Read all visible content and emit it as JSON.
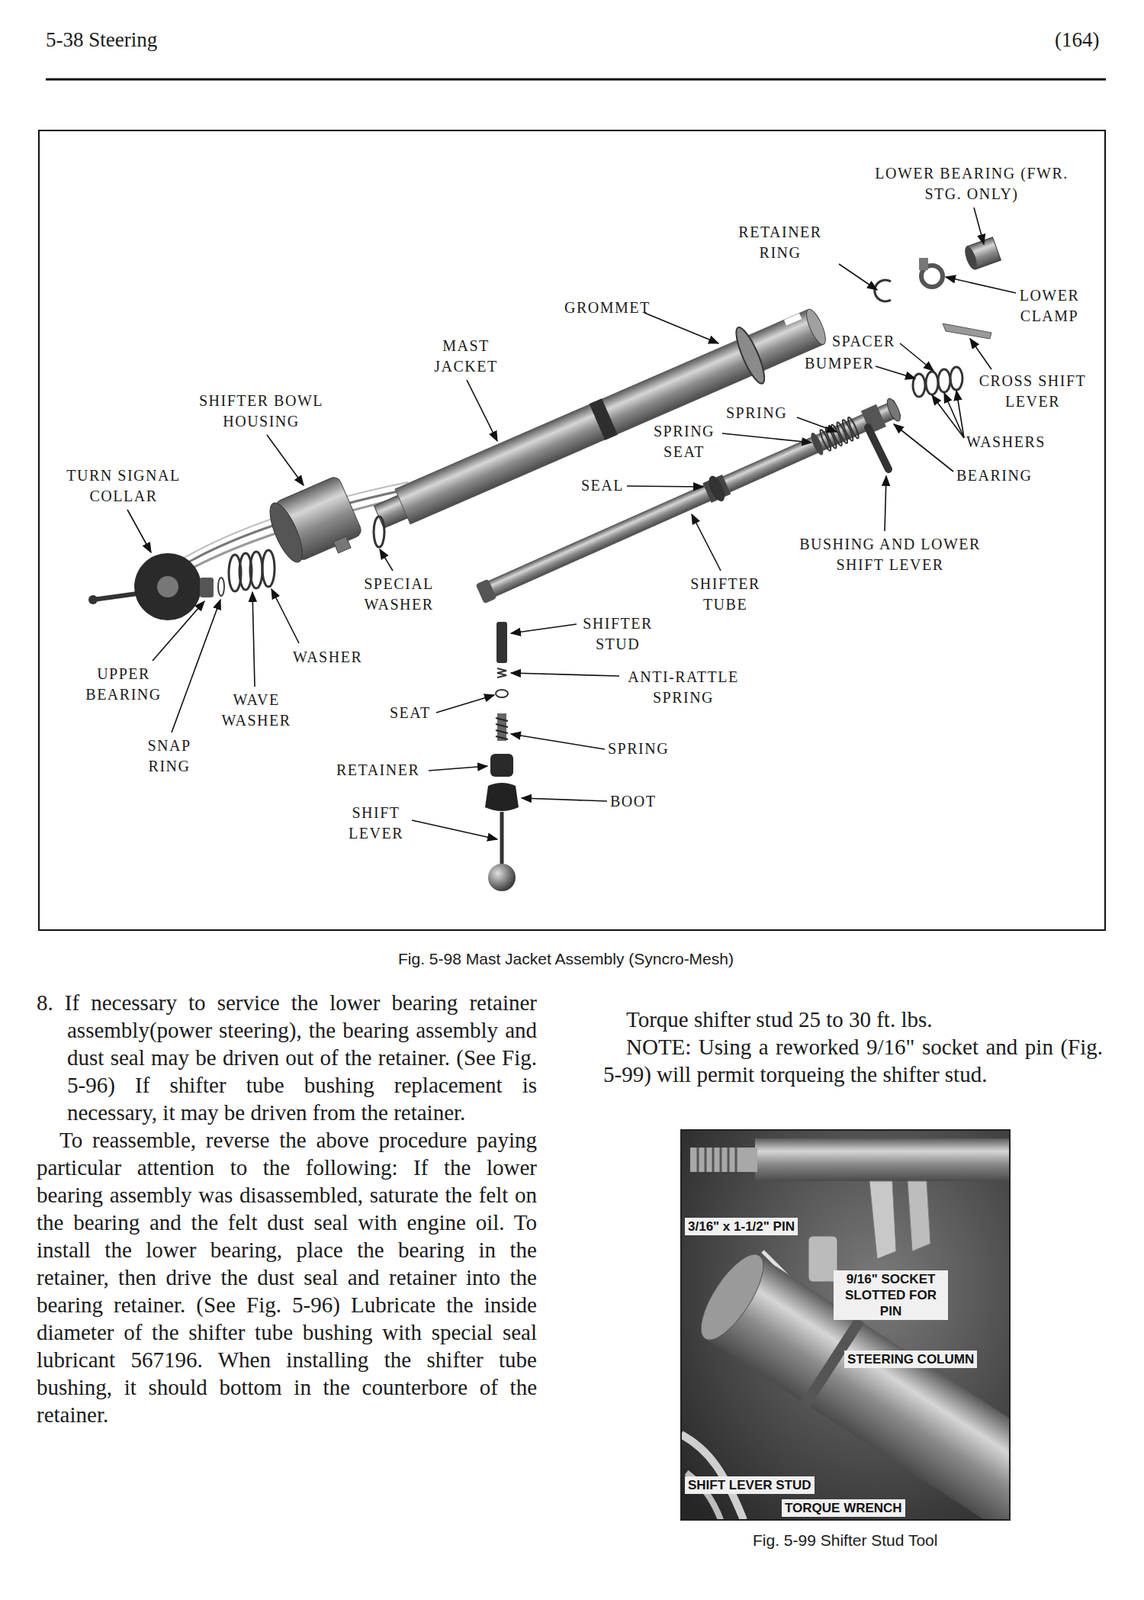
{
  "diagram": {
    "caption": "Fig. 5-98 Mast Jacket Assembly (Syncro-Mesh)",
    "labels": [
      "5-38 Steering",
      "(164)",
      "LOWER BEARING (FWR. STG. ONLY)",
      "RETAINER RING",
      "LOWER CLAMP",
      "GROMMET",
      "SPACER",
      "BUMPER",
      "CROSS SHIFT LEVER",
      "MAST JACKET",
      "SHIFTER BOWL HOUSING",
      "SPRING",
      "SPRING SEAT",
      "WASHERS",
      "TURN SIGNAL COLLAR",
      "SEAL",
      "BEARING",
      "BUSHING AND LOWER SHIFT LEVER",
      "SPECIAL WASHER",
      "SHIFTER TUBE",
      "SHIFTER STUD",
      "WASHER",
      "UPPER BEARING",
      "ANTI-RATTLE SPRING",
      "WAVE WASHER",
      "SEAT",
      "SNAP RING",
      "SPRING",
      "RETAINER",
      "BOOT",
      "SHIFT LEVER",
      "8. If necessary to service the lower bearing retainer assembly(power steering), the bearing assembly and dust seal may be driven out of the retainer. (See Fig. 5-96) If shifter tube bushing replacement is necessary, it may be driven from the retainer.",
      "To reassemble, reverse the above procedure paying particular attention to the following: If the lower bearing assembly was disassembled, saturate the felt on the bearing and the felt dust seal with engine oil. To install the lower bearing, place the bearing in the retainer, then drive the dust seal and retainer into the bearing retainer. (See Fig. 5-96) Lubricate the inside diameter of the shifter tube bushing with special seal lubricant 567196. When installing the shifter tube bushing, it should bottom in the counterbore of the retainer.",
      "Torque shifter stud 25 to 30 ft. lbs.",
      "NOTE: Using a reworked 9/16\" socket and pin (Fig. 5-99) will permit torqueing the shifter stud.",
      "3/16\" x 1-1/2\" PIN",
      "9/16\" SOCKET SLOTTED FOR PIN",
      "STEERING COLUMN",
      "SHIFT LEVER STUD",
      "TORQUE WRENCH",
      "Fig. 5-99 Shifter Stud Tool"
    ]
  }
}
